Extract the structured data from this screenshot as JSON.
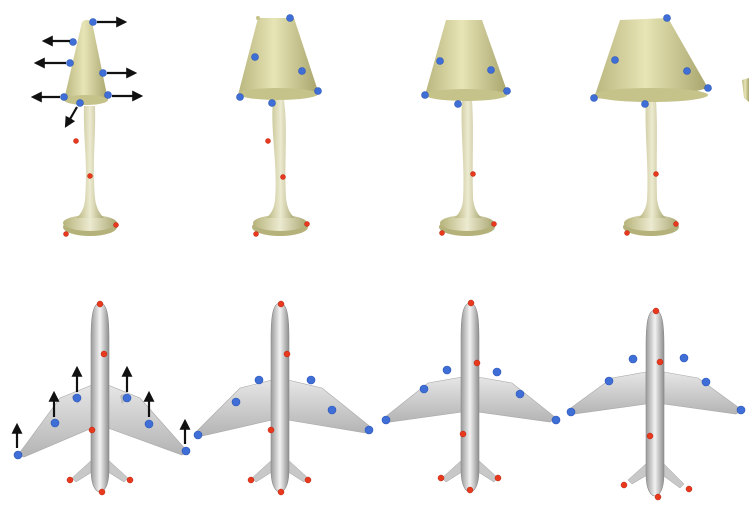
{
  "figure": {
    "rows": [
      {
        "name": "lamp-row",
        "panels": [
          {
            "name": "lamp-original",
            "variant": "original",
            "has_arrows": true
          },
          {
            "name": "lamp-deformed-1",
            "variant": "deformed"
          },
          {
            "name": "lamp-deformed-2",
            "variant": "deformed"
          },
          {
            "name": "lamp-deformed-3",
            "variant": "deformed"
          }
        ]
      },
      {
        "name": "airplane-row",
        "panels": [
          {
            "name": "airplane-original",
            "variant": "original",
            "has_arrows": true
          },
          {
            "name": "airplane-deformed-1",
            "variant": "deformed"
          },
          {
            "name": "airplane-deformed-2",
            "variant": "deformed"
          },
          {
            "name": "airplane-deformed-3",
            "variant": "deformed"
          }
        ]
      }
    ],
    "colors": {
      "lamp_body": "#d8d6a4",
      "lamp_shade": "#d6d39e",
      "airplane_body": "#cfcfcf",
      "control_handle": "#3f6fd6",
      "fixed_handle": "#e8391e",
      "arrow": "#111111"
    }
  }
}
